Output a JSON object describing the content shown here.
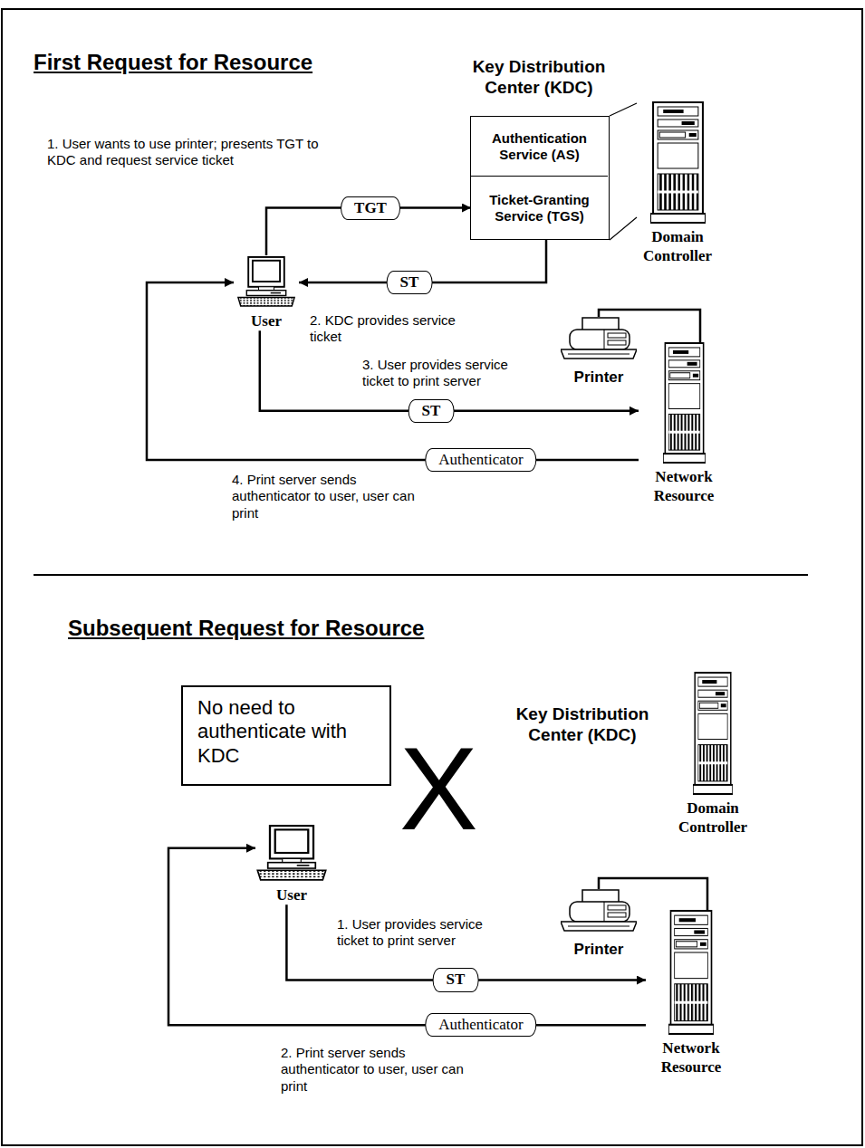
{
  "diagram": {
    "nodes": [
      {
        "text": [
          "Key Distribution Center (KDC)"
        ]
      },
      {
        "text": [
          "Authentication Service (AS)"
        ],
        "in": 0
      },
      {
        "text": [
          "Ticket-Granting Service (TGS)"
        ],
        "in": 0
      },
      {
        "text": [
          "Domain Controller"
        ]
      },
      {
        "text": [
          "User"
        ]
      },
      {
        "text": [
          "Printer"
        ]
      },
      {
        "text": [
          "Network Resource"
        ]
      },
      {
        "text": [
          "No need to authenticate with KDC"
        ]
      },
      {
        "text": [
          "Domain Controller"
        ]
      },
      {
        "text": [
          "User"
        ]
      },
      {
        "text": [
          "Printer"
        ]
      },
      {
        "text": [
          "Network Resource"
        ]
      }
    ],
    "edges": [
      {
        "from": 4,
        "to": 2,
        "label": "TGT",
        "arrow": "to"
      },
      {
        "from": 2,
        "to": 4,
        "label": "ST",
        "arrow": "to"
      },
      {
        "from": 4,
        "to": 6,
        "label": "ST",
        "arrow": "to"
      },
      {
        "from": 6,
        "to": 4,
        "label": "Authenticator",
        "arrow": "to"
      },
      {
        "from": 5,
        "to": 6,
        "arrow": "none"
      },
      {
        "from": 0,
        "to": 3,
        "arrow": "none"
      },
      {
        "from": 9,
        "to": 11,
        "label": "ST",
        "arrow": "to"
      },
      {
        "from": 11,
        "to": 9,
        "label": "Authenticator",
        "arrow": "to"
      },
      {
        "from": 10,
        "to": 11,
        "arrow": "none"
      }
    ],
    "labels": [
      "First Request for Resource",
      "1. User wants to use printer; presents TGT to KDC and request service ticket",
      "2. KDC provides service ticket",
      "3. User provides service ticket to print server",
      "4. Print server sends authenticator to user, user can print",
      "Subsequent Request for Resource",
      "X",
      "Key Distribution Center (KDC)",
      "1. User provides service ticket to print server",
      "2. Print server sends authenticator to user, user can print"
    ]
  }
}
